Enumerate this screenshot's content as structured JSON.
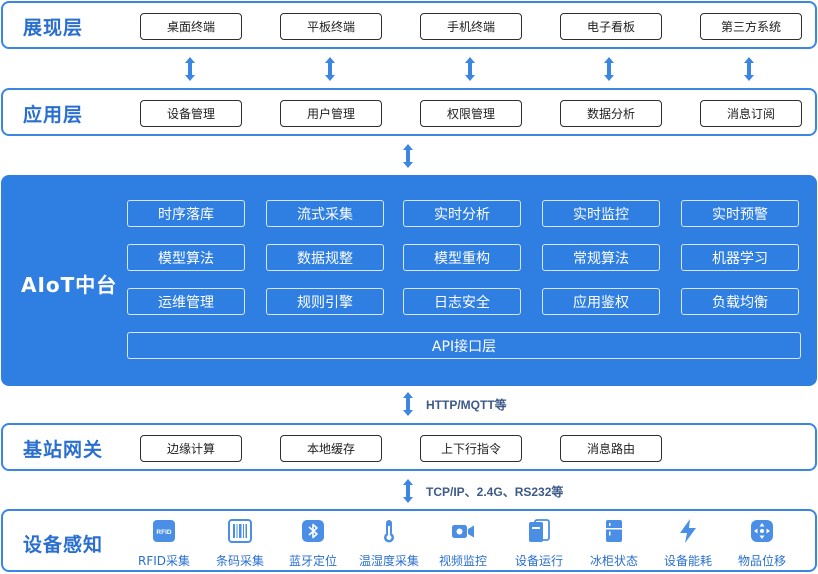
{
  "presentation": {
    "title": "展现层",
    "items": [
      "桌面终端",
      "平板终端",
      "手机终端",
      "电子看板",
      "第三方系统"
    ]
  },
  "application": {
    "title": "应用层",
    "items": [
      "设备管理",
      "用户管理",
      "权限管理",
      "数据分析",
      "消息订阅"
    ]
  },
  "aiot": {
    "title": "AIoT中台",
    "rows": [
      [
        "时序落库",
        "流式采集",
        "实时分析",
        "实时监控",
        "实时预警"
      ],
      [
        "模型算法",
        "数据规整",
        "模型重构",
        "常规算法",
        "机器学习"
      ],
      [
        "运维管理",
        "规则引擎",
        "日志安全",
        "应用鉴权",
        "负载均衡"
      ]
    ],
    "api": "API接口层"
  },
  "protocol_gateway": "HTTP/MQTT等",
  "gateway": {
    "title": "基站网关",
    "items": [
      "边缘计算",
      "本地缓存",
      "上下行指令",
      "消息路由"
    ]
  },
  "protocol_device": "TCP/IP、2.4G、RS232等",
  "devices": {
    "title": "设备感知",
    "items": [
      {
        "label": "RFID采集",
        "icon": "rfid-icon",
        "badge": "RFID"
      },
      {
        "label": "条码采集",
        "icon": "barcode-icon"
      },
      {
        "label": "蓝牙定位",
        "icon": "bluetooth-icon"
      },
      {
        "label": "温湿度采集",
        "icon": "thermometer-icon"
      },
      {
        "label": "视频监控",
        "icon": "video-camera-icon"
      },
      {
        "label": "设备运行",
        "icon": "device-status-icon"
      },
      {
        "label": "冰柜状态",
        "icon": "freezer-icon"
      },
      {
        "label": "设备能耗",
        "icon": "lightning-icon"
      },
      {
        "label": "物品位移",
        "icon": "move-icon"
      }
    ]
  },
  "colors": {
    "accent": "#2f7fe3",
    "border": "#3b86e3",
    "title": "#2a6fd0",
    "icon": "#4a8ee6"
  }
}
